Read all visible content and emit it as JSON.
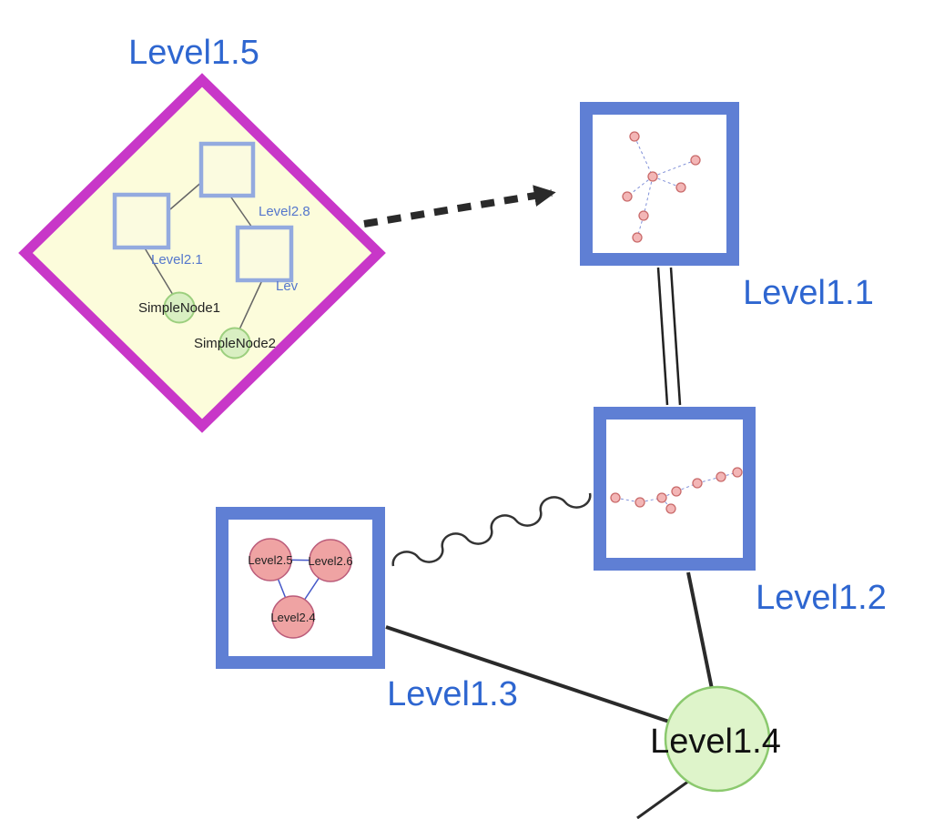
{
  "diagram": {
    "background": "#ffffff",
    "nodes": {
      "level15": {
        "label": "Level1.5",
        "shape": "diamond",
        "border": "#c837c8",
        "fill": "#fcfcdb"
      },
      "level11": {
        "label": "Level1.1",
        "shape": "square",
        "border": "#5f7fd4",
        "fill": "#ffffff"
      },
      "level12": {
        "label": "Level1.2",
        "shape": "square",
        "border": "#5f7fd4",
        "fill": "#ffffff"
      },
      "level13": {
        "label": "Level1.3",
        "shape": "square",
        "border": "#5f7fd4",
        "fill": "#ffffff"
      },
      "level14": {
        "label": "Level1.4",
        "shape": "circle",
        "border": "#8bc96e",
        "fill": "#def4ca"
      }
    },
    "level15_children": {
      "level28": {
        "label": "Level2.8",
        "shape": "square"
      },
      "level21": {
        "label": "Level2.1",
        "shape": "square"
      },
      "lev": {
        "label": "Lev",
        "shape": "square"
      },
      "simplenode1": {
        "label": "SimpleNode1",
        "shape": "circle"
      },
      "simplenode2": {
        "label": "SimpleNode2",
        "shape": "circle"
      }
    },
    "level13_children": {
      "level25": {
        "label": "Level2.5",
        "shape": "circle"
      },
      "level26": {
        "label": "Level2.6",
        "shape": "circle"
      },
      "level24": {
        "label": "Level2.4",
        "shape": "circle"
      }
    },
    "edges": [
      {
        "from": "Level1.5",
        "to": "Level1.1",
        "style": "thick-dashed-arrow"
      },
      {
        "from": "Level1.1",
        "to": "Level1.2",
        "style": "double-line"
      },
      {
        "from": "Level1.3",
        "to": "Level1.2",
        "style": "wavy"
      },
      {
        "from": "Level1.3",
        "to": "Level1.4",
        "style": "solid"
      },
      {
        "from": "Level1.2",
        "to": "Level1.4",
        "style": "solid"
      },
      {
        "from": "Level1.4",
        "to": "offscreen-bottom",
        "style": "solid"
      }
    ],
    "colors": {
      "label_blue": "#2e66d0",
      "inner_label_blue": "#5577cc",
      "edge_dark": "#2a2a2a",
      "mini_node_pink": "#f3b6b6",
      "mini_node_border": "#c96a6a",
      "mini_edge_blue": "#8090d8",
      "triangle_edge_blue": "#4558c8"
    }
  }
}
